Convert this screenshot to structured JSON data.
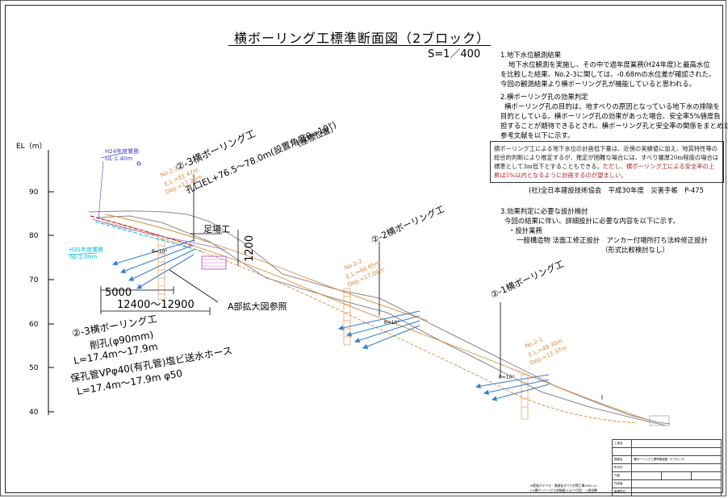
{
  "title": "横ボーリング工標準断面図（2ブロック）",
  "scale": "S=1／400",
  "axis": {
    "label": "EL（m）",
    "ticks": [
      "90",
      "80",
      "70",
      "60",
      "50",
      "40"
    ]
  },
  "notes": {
    "s1_heading": "1.地下水位観測結果",
    "s1_line1": "地下水位観測を実施し、その中で過年度業務(H24年度)と最高水位",
    "s1_line2": "を比較した結果、No.2-3に関しては、-0.68mの水位差が確認された。",
    "s1_line3": "今回の観測結果より横ボーリング孔が機能していると思われる。",
    "s2_heading": "2.横ボーリング孔の効果判定",
    "s2_line1": "横ボーリング孔の目的は、地すべりの原因となっている地下水の排除を",
    "s2_line2": "目的としている。横ボーリング孔の効果があった場合、安全率5%値度負",
    "s2_line3": "担することが期待できるとされ、横ボーリング孔と安全率の関係をまとめた",
    "s2_line4": "参考文献を以下に示す。",
    "ref_text_1": "横ボーリング工による地下水位の計画低下量は、近傍の実績値に加え、地質特性等の総合的判断により推定するが、推定が困難な場合には、すべり層厚20m程度の場合は標準として3m低下とすることもできる。",
    "ref_text_2": "ただし、横ボーリング工による安全率の上昇は5%以内となるように計画するのが望ましい。",
    "citation": "(社)全日本建設技術協会　平成30年度　災害手帳　P-475",
    "s3_heading": "3.効果判定に必要な設計検討",
    "s3_line1": "今回の結果に伴い、詳細設計に必要な内容を以下に示す。",
    "s3_line2": "・設計業務",
    "s3_line3": "一般構造物 法面工修正設計　アンカー付場所打ち法枠修正設計",
    "s3_line4": "（形式比較検討なし）"
  },
  "diagram": {
    "main_label": "②-3横ボーリング工",
    "main_elev": "孔口EL+76.5～78.0m(設置角度θ=10°)",
    "main_pos": "(座標位置)",
    "h24_label": "H24年度業務",
    "h24_gl": "GL-1.40m",
    "h31_label": "H31年度業務",
    "h31_gl": "GL-2.08m",
    "scaffold": "足場工",
    "dim_1200": "1200",
    "dim_5000": "5000",
    "dim_range": "12400～12900",
    "detail_ref": "A部拡大図参照",
    "theta": "θ=10°",
    "spec_title": "②-3横ボーリング工",
    "spec_1": "削孔(φ90mm)",
    "spec_2": "L=17.4m～17.9m",
    "spec_3": "保孔管VPφ40(有孔管)塩ビ送水ホース",
    "spec_4": "L=17.4m～17.9m φ50",
    "bh23_no": "No.2-3",
    "bh23_el": "E.L.=81.47m",
    "bh23_dep": "Dep.=17.26m",
    "bh22_label": "②-2横ボーリング工",
    "bh22_no": "No.2-2",
    "bh22_el": "E.L.=66.65m",
    "bh22_dep": "Dep.=17.00m",
    "bh21_label": "②-1横ボーリング工",
    "bh21_no": "No.2-1",
    "bh21_el": "E.L.=49.30m",
    "bh21_dep": "Dep.=12.37m"
  },
  "title_block": {
    "footnote_1": "※壁画オテペラ・奥越仙すべり対策工事(H30-1)",
    "footnote_2": "(2)横ボーリングス詳細図(2)より引用　一部加筆",
    "rows": [
      {
        "label": "工事名",
        "value": "",
        "label2": "",
        "value2": ""
      },
      {
        "label": "",
        "value": "",
        "label2": "",
        "value2": ""
      },
      {
        "label": "図面名",
        "value": "横ボーリング工標準断面図（2ブロック）",
        "label2": "",
        "value2": ""
      },
      {
        "label": "年月日",
        "value": "",
        "label2": "",
        "value2": ""
      },
      {
        "label": "尺度",
        "value": "",
        "label2": "",
        "value2": ""
      },
      {
        "label": "作成者",
        "value": "",
        "label2": "",
        "value2": ""
      },
      {
        "label": "事業所名",
        "value": "",
        "label2": "",
        "value2": ""
      }
    ]
  },
  "colors": {
    "ground": "#888888",
    "orange": "#d98a3a",
    "blue": "#3a7fd0",
    "red": "#d02020",
    "cyan": "#00b8d8",
    "purple": "#4444cc",
    "magenta": "#cc66cc"
  }
}
